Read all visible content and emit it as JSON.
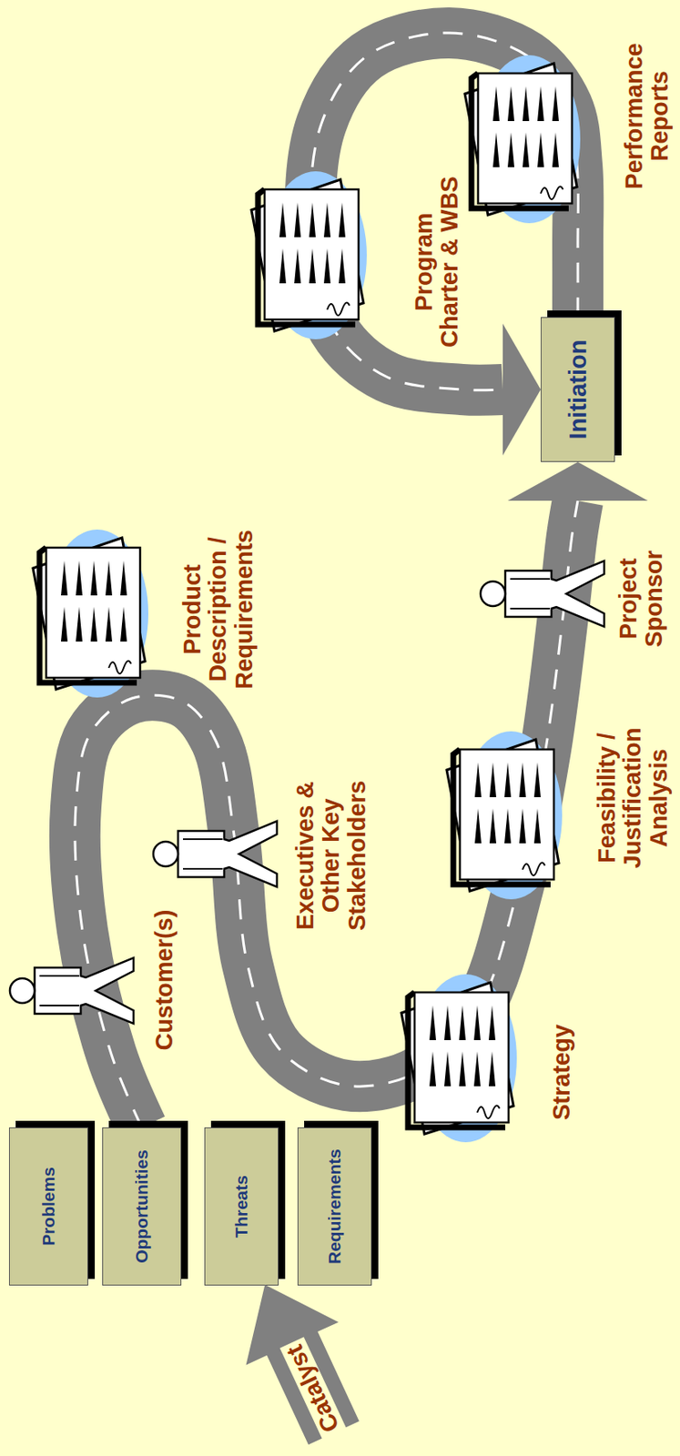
{
  "diagram": {
    "nodes": [
      {
        "text": [
          "Problems"
        ]
      },
      {
        "text": [
          "Opportunities"
        ]
      },
      {
        "text": [
          "Threats"
        ]
      },
      {
        "text": [
          "Requirements"
        ]
      },
      {
        "text": [
          "Catalyst"
        ]
      },
      {
        "text": [
          "Initiation"
        ]
      }
    ],
    "edges": [
      {
        "from": 1,
        "to": 5,
        "arrow": "to"
      },
      {
        "from": 5,
        "to": 5,
        "arrow": "to"
      }
    ],
    "labels": [
      "Customer(s)",
      "Executives & Other Key Stakeholders",
      "Product Description / Requirements",
      "Strategy",
      "Feasibility / Justification Analysis",
      "Project Sponsor",
      "Program Charter & WBS",
      "Performance Reports"
    ]
  }
}
